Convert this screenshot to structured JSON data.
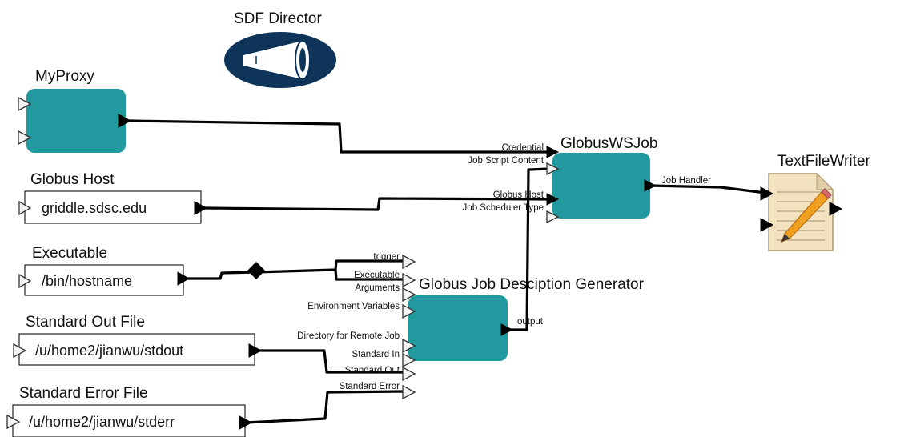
{
  "director": {
    "label": "SDF Director"
  },
  "actors": {
    "myproxy": {
      "label": "MyProxy"
    },
    "globus_ws_job": {
      "label": "GlobusWSJob",
      "inputs": [
        "Credential",
        "Job Script Content",
        "Globus Host",
        "Job Scheduler Type"
      ],
      "outputs": [
        "Job Handler"
      ]
    },
    "text_file_writer": {
      "label": "TextFileWriter"
    },
    "job_desc_generator": {
      "label": "Globus Job Desciption Generator",
      "inputs": [
        "trigger",
        "Executable",
        "Arguments",
        "Environment Variables",
        "Directory for Remote Job",
        "Standard In",
        "Standard Out",
        "Standard Error"
      ],
      "outputs": [
        "output"
      ]
    }
  },
  "parameters": {
    "globus_host": {
      "label": "Globus Host",
      "value": "griddle.sdsc.edu"
    },
    "executable": {
      "label": "Executable",
      "value": "/bin/hostname"
    },
    "std_out": {
      "label": "Standard Out File",
      "value": "/u/home2/jianwu/stdout"
    },
    "std_err": {
      "label": "Standard Error File",
      "value": "/u/home2/jianwu/stderr"
    }
  },
  "colors": {
    "actor": "#22999e",
    "director": "#0e3559",
    "wire": "#000000"
  }
}
